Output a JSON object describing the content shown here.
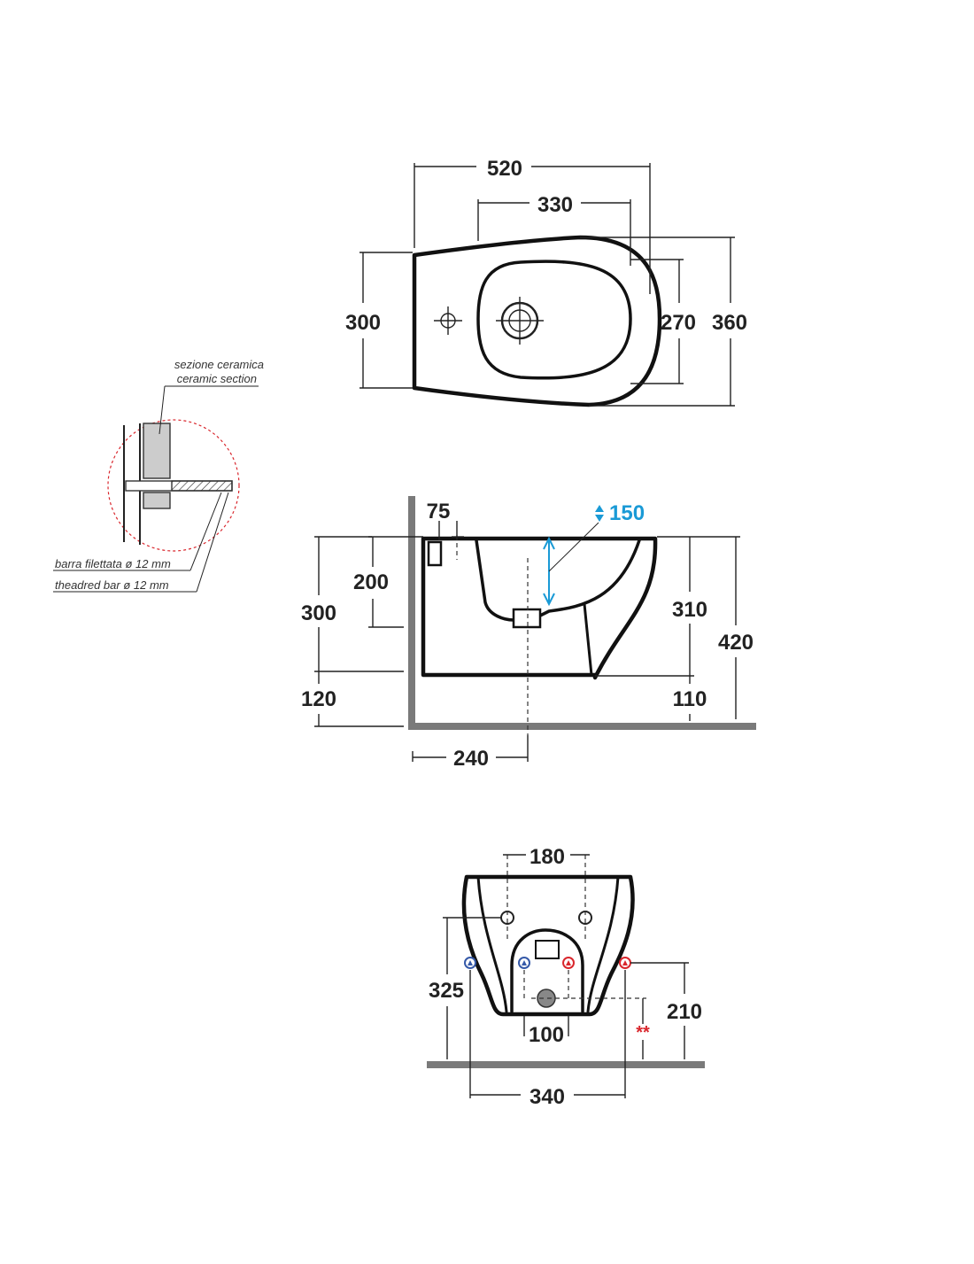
{
  "colors": {
    "ink": "#222222",
    "floor": "#7a7a7a",
    "accent": "#1a9ad6",
    "hot": "#d9262c",
    "cold": "#3559a8"
  },
  "top_view": {
    "width_total": "520",
    "width_inner": "330",
    "depth_left": "300",
    "depth_inner": "270",
    "depth_total": "360"
  },
  "side_view": {
    "offset_top": "75",
    "bowl_depth": "150",
    "height_upper": "200",
    "height_fix": "300",
    "height_floor": "120",
    "height_body": "310",
    "height_total": "420",
    "height_bottom": "110",
    "drain_distance": "240"
  },
  "rear_view": {
    "fix_spacing": "180",
    "supply_height": "325",
    "drain_height": "210",
    "drain_spacing": "100",
    "supply_spacing": "340",
    "note_mark": "**"
  },
  "detail": {
    "section_it": "sezione ceramica",
    "section_en": "ceramic section",
    "bar_it": "barra filettata ø 12 mm",
    "bar_en": "theadred bar ø 12 mm"
  }
}
